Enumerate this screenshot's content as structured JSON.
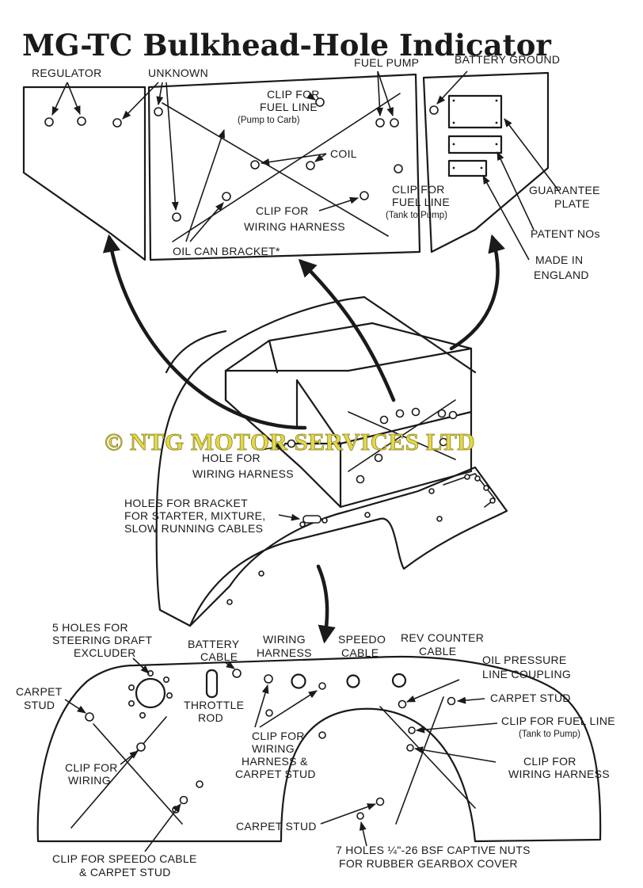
{
  "title": "MG-TC Bulkhead-Hole Indicator",
  "watermark": "© NTG MOTOR SERVICES LTD",
  "top_left_labels": {
    "regulator": "REGULATOR",
    "unknown": "UNKNOWN"
  },
  "top_center_labels": {
    "clip_fuel_line_pc_1": "CLIP FOR",
    "clip_fuel_line_pc_2": "FUEL LINE",
    "clip_fuel_line_pc_3": "(Pump to Carb)",
    "fuel_pump": "FUEL PUMP",
    "coil": "COIL",
    "clip_fuel_line_tp_1": "CLIP FOR",
    "clip_fuel_line_tp_2": "FUEL LINE",
    "clip_fuel_line_tp_3": "(Tank to Pump)",
    "clip_wiring_1": "CLIP FOR",
    "clip_wiring_2": "WIRING HARNESS",
    "oil_can_bracket": "OIL CAN BRACKET*"
  },
  "top_right_labels": {
    "battery_ground": "BATTERY GROUND",
    "guarantee_1": "GUARANTEE",
    "guarantee_2": "PLATE",
    "patent": "PATENT NOs",
    "made_in_1": "MADE IN",
    "made_in_2": "ENGLAND"
  },
  "middle_labels": {
    "hole_wiring_1": "HOLE FOR",
    "hole_wiring_2": "WIRING HARNESS",
    "holes_bracket_1": "HOLES FOR BRACKET",
    "holes_bracket_2": "FOR STARTER, MIXTURE,",
    "holes_bracket_3": "SLOW RUNNING CABLES"
  },
  "bottom_labels": {
    "steering_1": "5 HOLES FOR",
    "steering_2": "STEERING DRAFT",
    "steering_3": "EXCLUDER",
    "battery_cable_1": "BATTERY",
    "battery_cable_2": "CABLE",
    "wiring_harness_1": "WIRING",
    "wiring_harness_2": "HARNESS",
    "speedo_cable_1": "SPEEDO",
    "speedo_cable_2": "CABLE",
    "rev_counter_1": "REV COUNTER",
    "rev_counter_2": "CABLE",
    "carpet_stud_left_1": "CARPET",
    "carpet_stud_left_2": "STUD",
    "throttle_1": "THROTTLE",
    "throttle_2": "ROD",
    "oil_pressure_1": "OIL PRESSURE",
    "oil_pressure_2": "LINE COUPLING",
    "carpet_stud_right": "CARPET STUD",
    "clip_fuel_line_1": "CLIP FOR FUEL LINE",
    "clip_fuel_line_2": "(Tank to Pump)",
    "clip_wiring_left_1": "CLIP FOR",
    "clip_wiring_left_2": "WIRING",
    "clip_wiring_center_1": "CLIP FOR",
    "clip_wiring_center_2": "WIRING",
    "clip_wiring_center_3": "HARNESS &",
    "clip_wiring_center_4": "CARPET STUD",
    "clip_wiring_right_1": "CLIP FOR",
    "clip_wiring_right_2": "WIRING HARNESS",
    "carpet_stud_bottom": "CARPET STUD",
    "seven_holes_1": "7 HOLES ¼\"-26 BSF CAPTIVE NUTS",
    "seven_holes_2": "FOR RUBBER GEARBOX COVER",
    "clip_speedo_1": "CLIP FOR SPEEDO CABLE",
    "clip_speedo_2": "& CARPET STUD"
  },
  "colors": {
    "ink": "#1a1a1a",
    "paper": "#ffffff",
    "watermark_fill": "#e3d84a"
  }
}
